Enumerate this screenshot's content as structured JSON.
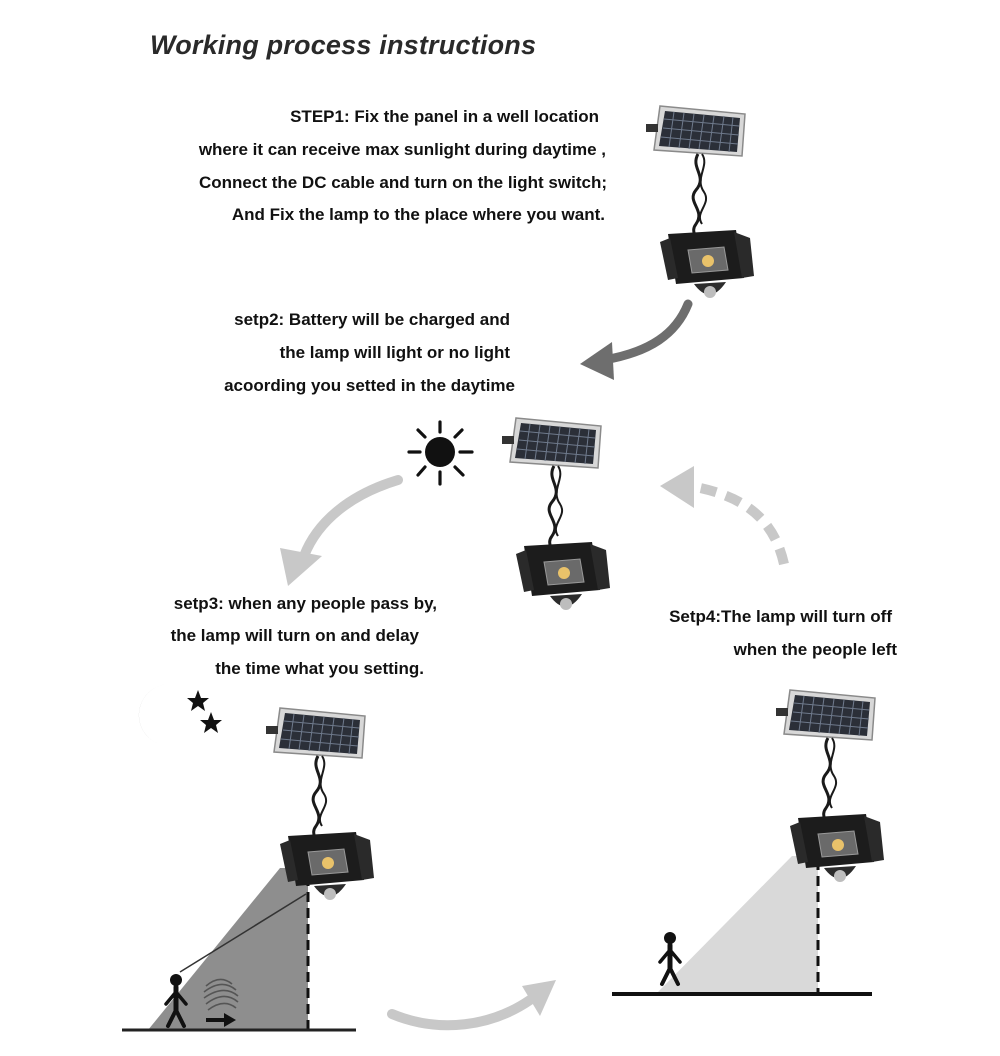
{
  "title": "Working process instructions",
  "step1": {
    "lines": [
      "STEP1: Fix the panel in a well location",
      "where it can receive max sunlight during daytime ,",
      "Connect the DC cable and turn on the light switch;",
      "And Fix the lamp to the place where you want."
    ]
  },
  "step2": {
    "lines": [
      "setp2: Battery will be charged and",
      "the lamp will light or no light",
      "acoording you setted in the daytime"
    ]
  },
  "step3": {
    "lines": [
      "setp3: when any people pass by,",
      "the lamp will turn on and delay",
      "the time what you setting."
    ]
  },
  "step4": {
    "lines": [
      "Setp4:The lamp will turn off",
      "when the people left"
    ]
  },
  "icons": [
    "sun-icon",
    "moon-icon",
    "star-icon",
    "person-icon",
    "arrow-icon",
    "solar-lamp-icon"
  ],
  "colors": {
    "text": "#111111",
    "arrow_dark": "#6e6e6e",
    "arrow_light": "#c8c8c8",
    "beam_dark": "#8e8e8e",
    "beam_light": "#d9d9d9",
    "panel": "#2b2f38",
    "lamp": "#1c1c1c"
  }
}
